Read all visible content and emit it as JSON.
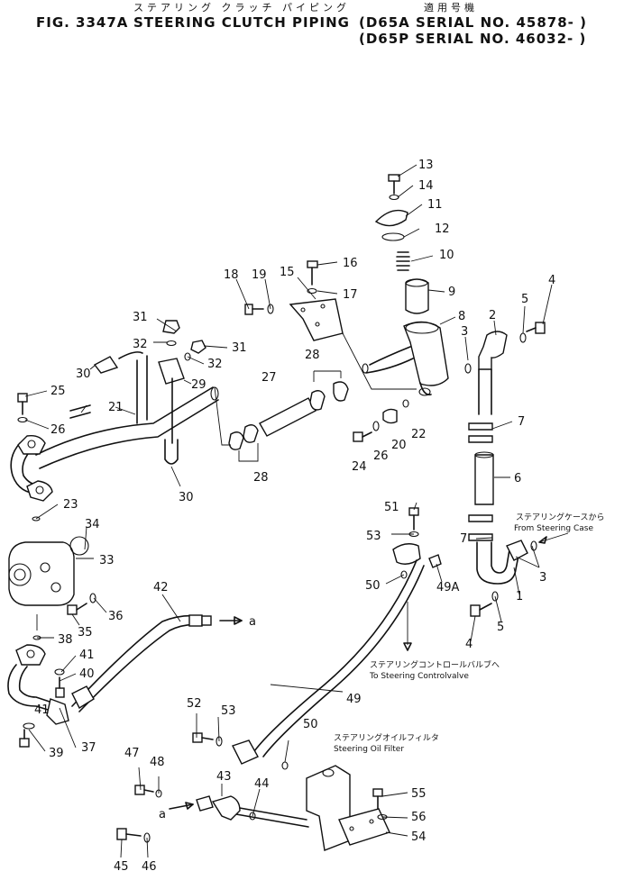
{
  "header": {
    "japanese_title": "ステアリング クラッチ パイピング",
    "fig_label": "FIG. 3347A",
    "title": "STEERING CLUTCH PIPING",
    "applicability_jp": "適用号機",
    "serial_1": "(D65A SERIAL NO. 45878- )",
    "serial_2": "(D65P SERIAL NO. 46032- )"
  },
  "callouts": [
    {
      "id": "c1",
      "label": "1"
    },
    {
      "id": "c2",
      "label": "2"
    },
    {
      "id": "c3a",
      "label": "3"
    },
    {
      "id": "c3b",
      "label": "3"
    },
    {
      "id": "c4a",
      "label": "4"
    },
    {
      "id": "c4b",
      "label": "4"
    },
    {
      "id": "c5a",
      "label": "5"
    },
    {
      "id": "c5b",
      "label": "5"
    },
    {
      "id": "c6",
      "label": "6"
    },
    {
      "id": "c7a",
      "label": "7"
    },
    {
      "id": "c7b",
      "label": "7"
    },
    {
      "id": "c8",
      "label": "8"
    },
    {
      "id": "c9",
      "label": "9"
    },
    {
      "id": "c10",
      "label": "10"
    },
    {
      "id": "c11",
      "label": "11"
    },
    {
      "id": "c12",
      "label": "12"
    },
    {
      "id": "c13",
      "label": "13"
    },
    {
      "id": "c14",
      "label": "14"
    },
    {
      "id": "c15",
      "label": "15"
    },
    {
      "id": "c16",
      "label": "16"
    },
    {
      "id": "c17",
      "label": "17"
    },
    {
      "id": "c18",
      "label": "18"
    },
    {
      "id": "c19",
      "label": "19"
    },
    {
      "id": "c20",
      "label": "20"
    },
    {
      "id": "c21",
      "label": "21"
    },
    {
      "id": "c22",
      "label": "22"
    },
    {
      "id": "c23",
      "label": "23"
    },
    {
      "id": "c24",
      "label": "24"
    },
    {
      "id": "c25",
      "label": "25"
    },
    {
      "id": "c26a",
      "label": "26"
    },
    {
      "id": "c26b",
      "label": "26"
    },
    {
      "id": "c27",
      "label": "27"
    },
    {
      "id": "c28a",
      "label": "28"
    },
    {
      "id": "c28b",
      "label": "28"
    },
    {
      "id": "c29",
      "label": "29"
    },
    {
      "id": "c30a",
      "label": "30"
    },
    {
      "id": "c30b",
      "label": "30"
    },
    {
      "id": "c31a",
      "label": "31"
    },
    {
      "id": "c31b",
      "label": "31"
    },
    {
      "id": "c32a",
      "label": "32"
    },
    {
      "id": "c32b",
      "label": "32"
    },
    {
      "id": "c33",
      "label": "33"
    },
    {
      "id": "c34",
      "label": "34"
    },
    {
      "id": "c35",
      "label": "35"
    },
    {
      "id": "c36",
      "label": "36"
    },
    {
      "id": "c37",
      "label": "37"
    },
    {
      "id": "c38",
      "label": "38"
    },
    {
      "id": "c39",
      "label": "39"
    },
    {
      "id": "c40",
      "label": "40"
    },
    {
      "id": "c41a",
      "label": "41"
    },
    {
      "id": "c41b",
      "label": "41"
    },
    {
      "id": "c42",
      "label": "42"
    },
    {
      "id": "c43",
      "label": "43"
    },
    {
      "id": "c44",
      "label": "44"
    },
    {
      "id": "c45",
      "label": "45"
    },
    {
      "id": "c46",
      "label": "46"
    },
    {
      "id": "c47",
      "label": "47"
    },
    {
      "id": "c48",
      "label": "48"
    },
    {
      "id": "c49",
      "label": "49"
    },
    {
      "id": "c49a",
      "label": "49A"
    },
    {
      "id": "c50a",
      "label": "50"
    },
    {
      "id": "c50b",
      "label": "50"
    },
    {
      "id": "c51",
      "label": "51"
    },
    {
      "id": "c52",
      "label": "52"
    },
    {
      "id": "c53a",
      "label": "53"
    },
    {
      "id": "c53b",
      "label": "53"
    },
    {
      "id": "c54",
      "label": "54"
    },
    {
      "id": "c55",
      "label": "55"
    },
    {
      "id": "c56",
      "label": "56"
    },
    {
      "id": "ca1",
      "label": "a"
    },
    {
      "id": "ca2",
      "label": "a"
    }
  ],
  "notes": {
    "steering_case_jp": "ステアリングケースから",
    "steering_case_en": "From Steering Case",
    "control_valve_jp": "ステアリングコントロールバルブへ",
    "control_valve_en": "To Steering Controlvalve",
    "oil_filter_jp": "ステアリングオイルフィルタ",
    "oil_filter_en": "Steering Oil Filter"
  }
}
